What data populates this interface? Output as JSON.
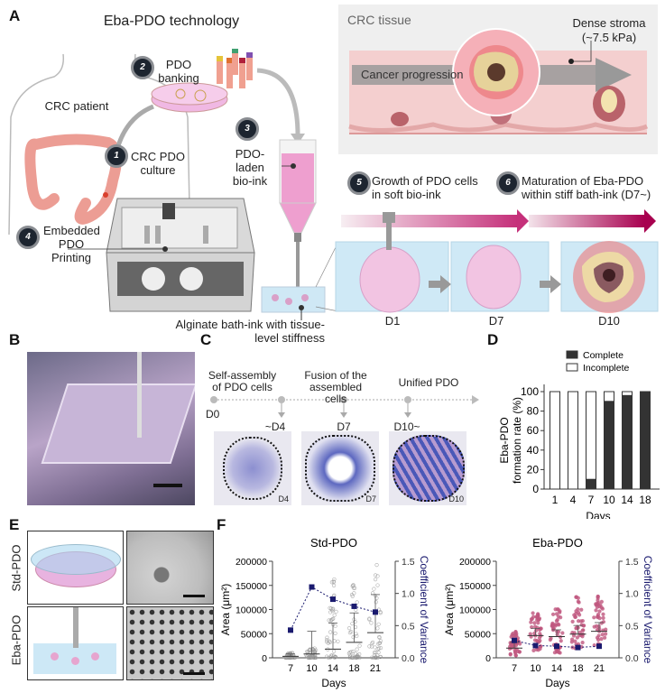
{
  "panel_labels": {
    "a": "A",
    "b": "B",
    "c": "C",
    "d": "D",
    "e": "E",
    "f": "F"
  },
  "panel_a": {
    "title": "Eba-PDO technology",
    "patient_label": "CRC patient",
    "steps": [
      {
        "num": "1",
        "label": "CRC PDO culture"
      },
      {
        "num": "2",
        "label": "PDO banking"
      },
      {
        "num": "3",
        "label": "PDO-laden bio-ink"
      },
      {
        "num": "4",
        "label": "Embedded PDO Printing"
      },
      {
        "num": "5",
        "label": "Growth of PDO cells in soft bio-ink"
      },
      {
        "num": "6",
        "label": "Maturation of Eba-PDO within stiff bath-ink (D7~)"
      }
    ],
    "bath_label": "Alginate bath-ink with tissue-level stiffness",
    "tissue": {
      "title": "CRC tissue",
      "progression_label": "Cancer progression",
      "stroma_label": "Dense stroma",
      "stroma_value": "(~7.5 kPa)"
    },
    "stages": [
      "D1",
      "D7",
      "D10"
    ],
    "colors": {
      "tissue_bg": "#efefef",
      "pink": "#f2c4c4",
      "gradient_end": "#a8004f",
      "badge": "#1d2530"
    }
  },
  "panel_c": {
    "timeline": [
      {
        "phase": "Self-assembly of PDO cells",
        "day": "~D4"
      },
      {
        "phase": "Fusion of the assembled cells",
        "day": "D7"
      },
      {
        "phase": "Unified PDO",
        "day": "D10~"
      }
    ],
    "start_label": "D0",
    "image_labels": [
      "D4",
      "D7",
      "D10"
    ]
  },
  "panel_e": {
    "rows": [
      "Std-PDO",
      "Eba-PDO"
    ]
  },
  "chart_data": [
    {
      "id": "D",
      "type": "bar",
      "stacked": true,
      "categories": [
        "1",
        "4",
        "7",
        "10",
        "14",
        "18"
      ],
      "series": [
        {
          "name": "Complete",
          "color": "#333333",
          "values": [
            0,
            0,
            10,
            90,
            96,
            100
          ]
        },
        {
          "name": "Incomplete",
          "color": "#ffffff",
          "values": [
            100,
            100,
            90,
            10,
            4,
            0
          ]
        }
      ],
      "xlabel": "Days",
      "ylabel": "Eba-PDO formation rate (%)",
      "ylim": [
        0,
        100
      ],
      "yticks": [
        "0",
        "20",
        "40",
        "60",
        "80",
        "100"
      ],
      "legend": "top-right"
    },
    {
      "id": "F-std",
      "type": "scatter",
      "title": "Std-PDO",
      "categories": [
        "7",
        "10",
        "14",
        "18",
        "21"
      ],
      "xlabel": "Days",
      "ylabel": "Area (μm²)",
      "ylim": [
        0,
        200000
      ],
      "yticks": [
        "0",
        "50000",
        "100000",
        "150000",
        "200000"
      ],
      "y2label": "Coefficient of Variance",
      "y2lim": [
        0,
        1.5
      ],
      "y2ticks": [
        "0.0",
        "0.5",
        "1.0",
        "1.5"
      ],
      "point_color": "#9a9a9a",
      "area_mean": [
        3000,
        8000,
        18000,
        32000,
        52000
      ],
      "area_sd_upper": [
        8000,
        55000,
        72000,
        93000,
        131000
      ],
      "area_max": [
        10000,
        20000,
        165000,
        152000,
        195000
      ],
      "cv": [
        0.43,
        1.1,
        0.91,
        0.8,
        0.71
      ],
      "cv_color": "#1a1a6e"
    },
    {
      "id": "F-eba",
      "type": "scatter",
      "title": "Eba-PDO",
      "categories": [
        "7",
        "10",
        "14",
        "18",
        "21"
      ],
      "xlabel": "Days",
      "ylabel": "Area (μm²)",
      "ylim": [
        0,
        200000
      ],
      "yticks": [
        "0",
        "50000",
        "100000",
        "150000",
        "200000"
      ],
      "y2label": "Coefficient of Variance",
      "y2lim": [
        0,
        1.5
      ],
      "y2ticks": [
        "0.0",
        "0.5",
        "1.0",
        "1.5"
      ],
      "point_color": "#c0577f",
      "area_mean": [
        20000,
        46000,
        44000,
        49000,
        55000
      ],
      "area_sd_upper": [
        32000,
        61000,
        58000,
        67000,
        73000
      ],
      "area_min": [
        2000,
        12000,
        10000,
        18000,
        20000
      ],
      "area_max": [
        55000,
        93000,
        103000,
        128000,
        128000
      ],
      "cv": [
        0.27,
        0.19,
        0.18,
        0.16,
        0.18
      ],
      "cv_color": "#1a1a6e"
    }
  ]
}
